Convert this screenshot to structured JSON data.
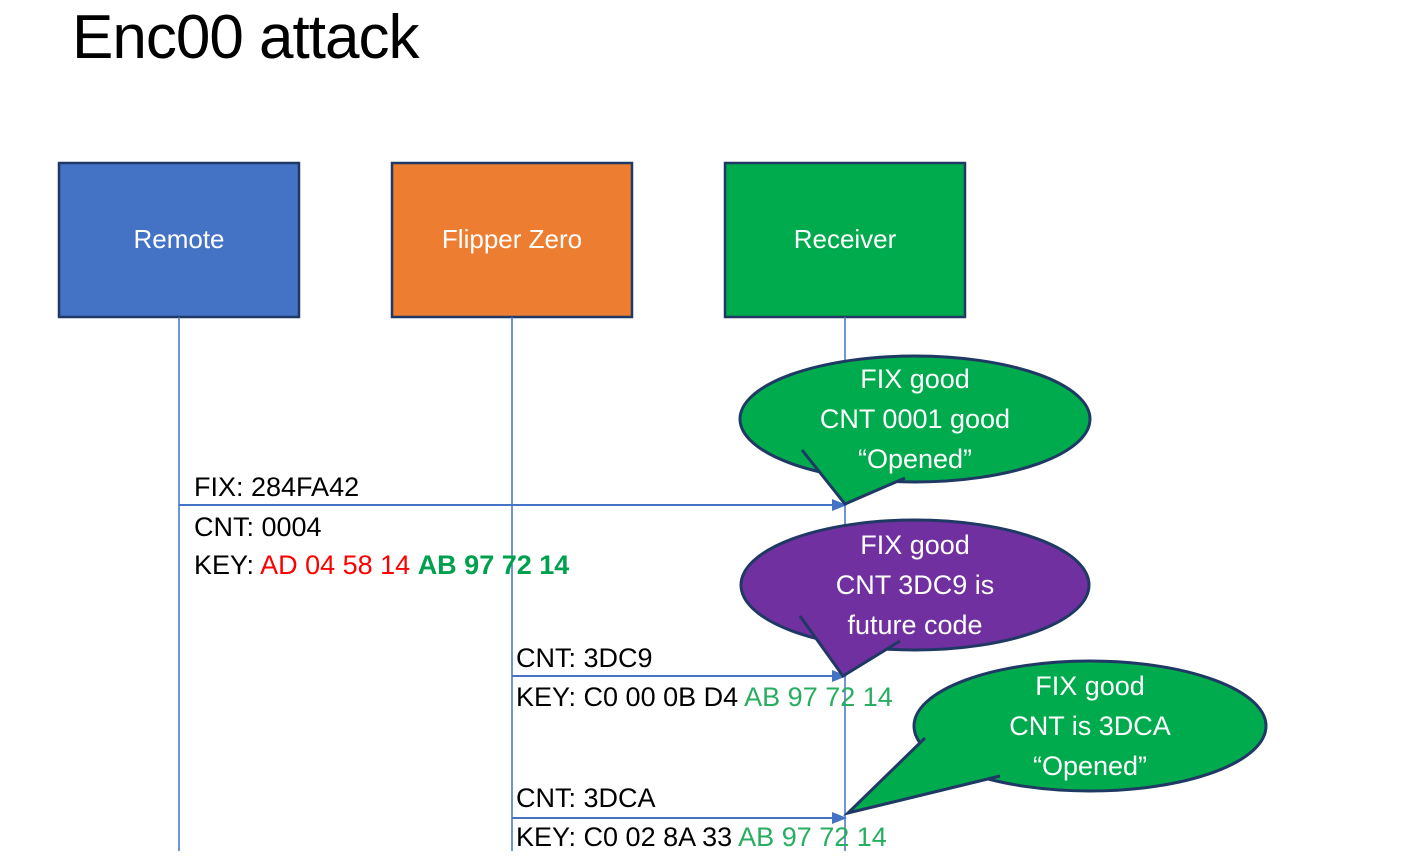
{
  "slide": {
    "title": "Enc00 attack",
    "background": "#ffffff"
  },
  "colors": {
    "actor_border": "#1f3864",
    "bubble_border": "#1f3864",
    "line_blue": "#4472c4",
    "text_black": "#000000",
    "key_red": "#ff0000",
    "key_green": "#27ae60",
    "key_green_bold": "#00a04e",
    "remote_fill": "#4472c4",
    "flipper_fill": "#ed7d31",
    "receiver_fill": "#00ab4e",
    "purple_fill": "#7030a0"
  },
  "actors": [
    {
      "label": "Remote",
      "fill": "#4472c4"
    },
    {
      "label": "Flipper Zero",
      "fill": "#ed7d31"
    },
    {
      "label": "Receiver",
      "fill": "#00ab4e"
    }
  ],
  "messages": [
    {
      "from": "Remote",
      "to": "Receiver",
      "fix_line": "FIX: 284FA42",
      "cnt_line": "CNT: 0004",
      "key_black": "KEY: ",
      "key_red": "AD 04 58 14 ",
      "key_green": "AB 97 72 14"
    },
    {
      "from": "Flipper Zero",
      "to": "Receiver",
      "cnt_line": "CNT: 3DC9",
      "key_black": "KEY: C0 00 0B D4 ",
      "key_green": "AB 97 72 14"
    },
    {
      "from": "Flipper Zero",
      "to": "Receiver",
      "cnt_line": "CNT: 3DCA",
      "key_black": "KEY: C0 02 8A 33 ",
      "key_green": "AB 97 72 14"
    }
  ],
  "callouts": [
    {
      "fill": "#00ab4e",
      "lines": [
        "FIX good",
        "CNT 0001 good",
        "“Opened”"
      ]
    },
    {
      "fill": "#7030a0",
      "lines": [
        "FIX good",
        "CNT 3DC9 is",
        "future code"
      ]
    },
    {
      "fill": "#00ab4e",
      "lines": [
        "FIX good",
        "CNT is 3DCA",
        "“Opened”"
      ]
    }
  ]
}
